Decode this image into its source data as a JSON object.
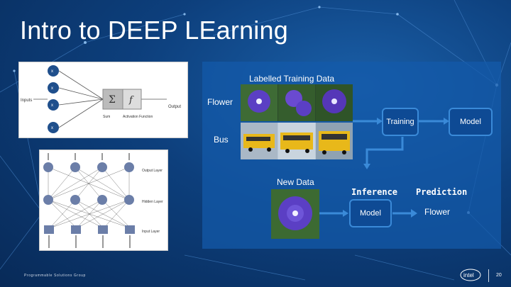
{
  "slide": {
    "title": "Intro to DEEP LEarning",
    "footer_left": "Programmable Solutions Group",
    "page_number": "20",
    "brand_logo_text": "intel"
  },
  "perceptron_diagram": {
    "inputs_label": "Inputs",
    "sum_label": "Sum",
    "activation_label": "Activation Function",
    "output_label": "Output",
    "sum_symbol": "Σ",
    "f_symbol": "f"
  },
  "layers_diagram": {
    "output_layer": "Output Layer",
    "hidden_layer": "Hidden Layer",
    "input_layer": "Input Layer"
  },
  "panel": {
    "labelled_training_data": "Labelled Training Data",
    "flower_label": "Flower",
    "bus_label": "Bus",
    "training_box": "Training",
    "model_box_top": "Model",
    "new_data": "New Data",
    "inference": "Inference",
    "prediction": "Prediction",
    "model_box_bottom": "Model",
    "prediction_result": "Flower"
  },
  "colors": {
    "panel_bg": "#1a5aa8",
    "box_border": "#3a8ad8",
    "arrow": "#3a8ad8",
    "flower_purple": "#5b3fc4",
    "bus_yellow": "#e8b81a"
  },
  "icons": [
    "down-arrow-icon",
    "right-arrow-icon"
  ]
}
